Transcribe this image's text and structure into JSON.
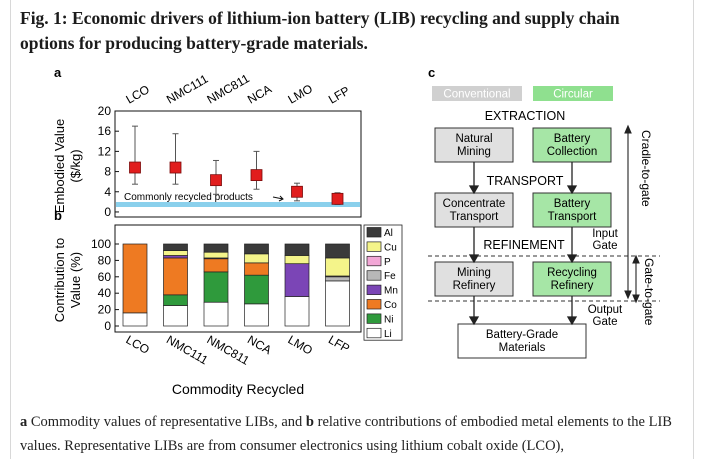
{
  "figure": {
    "title": "Fig. 1: Economic drivers of lithium-ion battery (LIB) recycling and supply chain options for producing battery-grade materials.",
    "panel_labels": [
      "a",
      "b",
      "c"
    ],
    "caption": {
      "a_letter": "a",
      "a_text": " Commodity values of representative LIBs, and ",
      "b_letter": "b",
      "b_text": " relative contributions of embodied metal elements to the LIB values. Representative LIBs are from consumer electronics using lithium cobalt oxide (LCO),"
    }
  },
  "chart_data": [
    {
      "type": "scatter",
      "panel": "a",
      "categories": [
        "LCO",
        "NMC111",
        "NMC811",
        "NCA",
        "LMO",
        "LFP"
      ],
      "values": [
        8.8,
        8.8,
        6.3,
        7.3,
        4.0,
        2.6
      ],
      "error_low": [
        5.5,
        5.5,
        3.5,
        4.5,
        2.2,
        1.5
      ],
      "error_high": [
        17.0,
        15.5,
        10.2,
        12.0,
        5.7,
        3.8
      ],
      "ylabel": "Embodied Value ($/kg)",
      "yticks": [
        0,
        4,
        8,
        12,
        16,
        20
      ],
      "ylim": [
        -1,
        20
      ],
      "band_label": "Commonly recycled products",
      "band_range": [
        0,
        0.8
      ],
      "marker_color": "#e11d1d",
      "band_color": "#8ad0ec"
    },
    {
      "type": "bar",
      "panel": "b",
      "stacked": true,
      "categories": [
        "LCO",
        "NMC111",
        "NMC811",
        "NCA",
        "LMO",
        "LFP"
      ],
      "ylabel": "Contribution to Value (%)",
      "xlabel": "Commodity Recycled",
      "yticks": [
        0,
        20,
        40,
        60,
        80,
        100
      ],
      "ylim": [
        0,
        100
      ],
      "series": [
        {
          "name": "Li",
          "color": "#ffffff",
          "values": [
            16,
            25,
            29,
            27,
            36,
            55
          ]
        },
        {
          "name": "Ni",
          "color": "#2f9a3c",
          "values": [
            0,
            13,
            37,
            35,
            0,
            0
          ]
        },
        {
          "name": "Co",
          "color": "#ee7a22",
          "values": [
            84,
            45,
            16,
            15,
            0,
            0
          ]
        },
        {
          "name": "Mn",
          "color": "#7b45b6",
          "values": [
            0,
            3,
            1,
            0,
            40,
            0
          ]
        },
        {
          "name": "Fe",
          "color": "#b8b8b8",
          "values": [
            0,
            0,
            0,
            0,
            0,
            5
          ]
        },
        {
          "name": "P",
          "color": "#f2a7d6",
          "values": [
            0,
            0,
            0,
            0,
            0,
            1
          ]
        },
        {
          "name": "Cu",
          "color": "#f4f48a",
          "values": [
            0,
            6,
            7,
            11,
            10,
            22
          ]
        },
        {
          "name": "Al",
          "color": "#3a3a3a",
          "values": [
            0,
            8,
            10,
            12,
            14,
            17
          ]
        }
      ]
    }
  ],
  "diagram": {
    "legend": {
      "conventional": "Conventional",
      "circular": "Circular",
      "conventional_color": "#d0d0d0",
      "circular_color": "#8fe08f"
    },
    "stages": {
      "extraction": "EXTRACTION",
      "transport": "TRANSPORT",
      "refinement": "REFINEMENT"
    },
    "conventional_boxes": [
      "Natural Mining",
      "Concentrate Transport",
      "Mining Refinery"
    ],
    "circular_boxes": [
      "Battery Collection",
      "Battery Transport",
      "Recycling Refinery"
    ],
    "output_box": "Battery-Grade Materials",
    "gates": {
      "input": "Input Gate",
      "output": "Output Gate"
    },
    "side_labels": {
      "cradle": "Cradle-to-gate",
      "gate": "Gate-to-gate"
    }
  }
}
